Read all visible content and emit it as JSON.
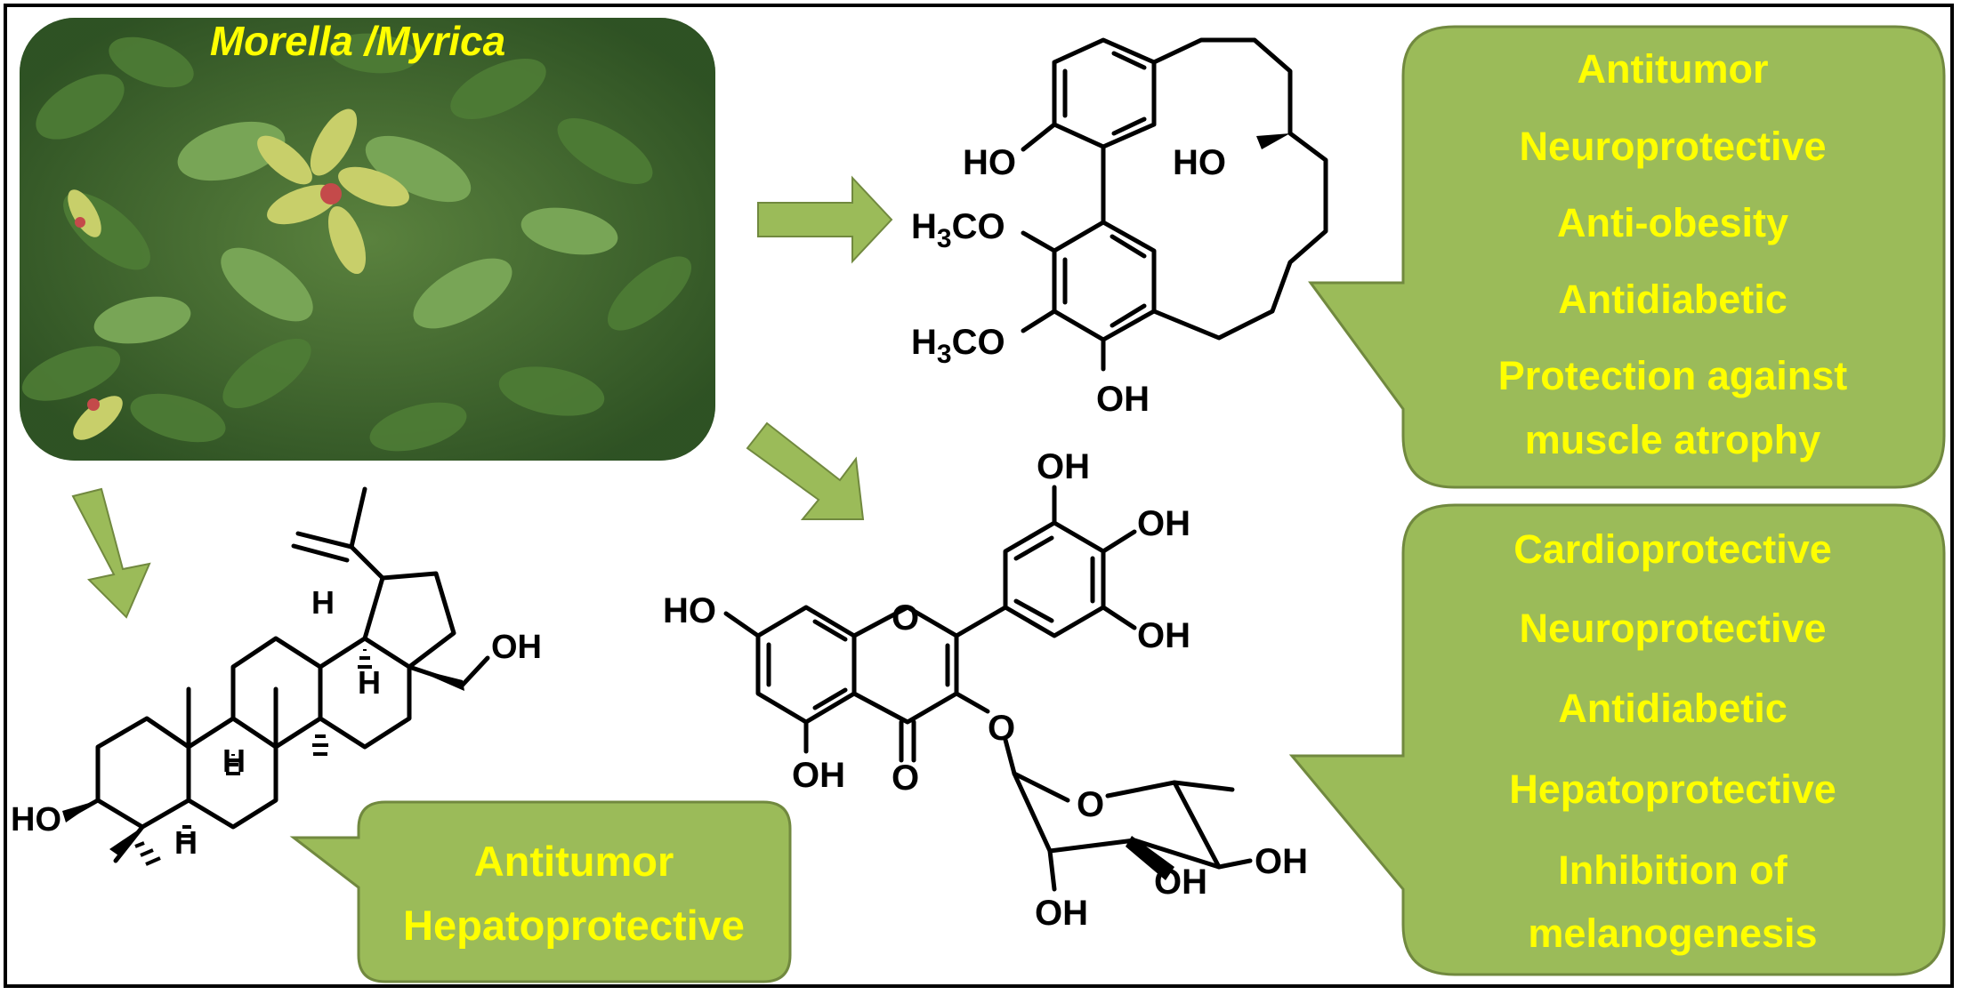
{
  "plant": {
    "label": "Morella /Myrica"
  },
  "callouts": {
    "diarylheptanoid": {
      "items": [
        "Antitumor",
        "Neuroprotective",
        "Anti-obesity",
        "Antidiabetic",
        "Protection against",
        "muscle atrophy"
      ]
    },
    "flavonoid": {
      "items": [
        "Cardioprotective",
        "Neuroprotective",
        "Antidiabetic",
        "Hepatoprotective",
        "Inhibition of",
        "melanogenesis"
      ]
    },
    "triterpene": {
      "items": [
        "Antitumor",
        "Hepatoprotective"
      ]
    }
  },
  "atoms": {
    "ho": "HO",
    "oh": "OH",
    "h3co": "H3CO",
    "h": "H",
    "o": "O"
  },
  "colors": {
    "callout_fill": "#9bbb59",
    "callout_stroke": "#71893f",
    "callout_text": "#ffff00",
    "arrow_fill": "#9bbb59",
    "label_text": "#ffff00"
  }
}
